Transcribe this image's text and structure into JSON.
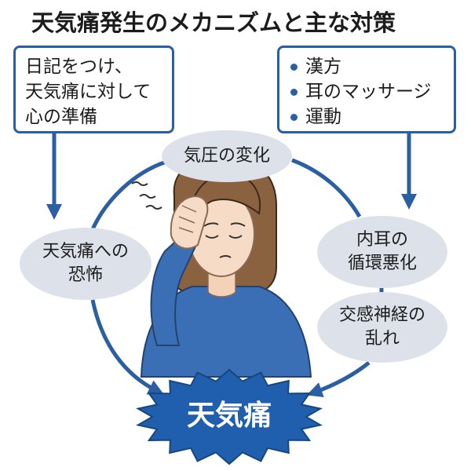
{
  "title": "天気痛発生のメカニズムと主な対策",
  "left_box": {
    "lines": [
      "日記をつけ、",
      "天気痛に対して",
      "心の準備"
    ]
  },
  "right_box": {
    "items": [
      "漢方",
      "耳のマッサージ",
      "運動"
    ]
  },
  "cycle": {
    "top": [
      "気圧の変化"
    ],
    "right_upper": [
      "内耳の",
      "循環悪化"
    ],
    "right_lower": [
      "交感神経の",
      "乱れ"
    ],
    "left": [
      "天気痛への",
      "恐怖"
    ]
  },
  "center_label": "天気痛",
  "colors": {
    "accent": "#2b5fa3",
    "ellipse": "#dde2ea",
    "burst": "#1f5fae",
    "shirt": "#3a6fb5",
    "hair": "#8a6240"
  }
}
